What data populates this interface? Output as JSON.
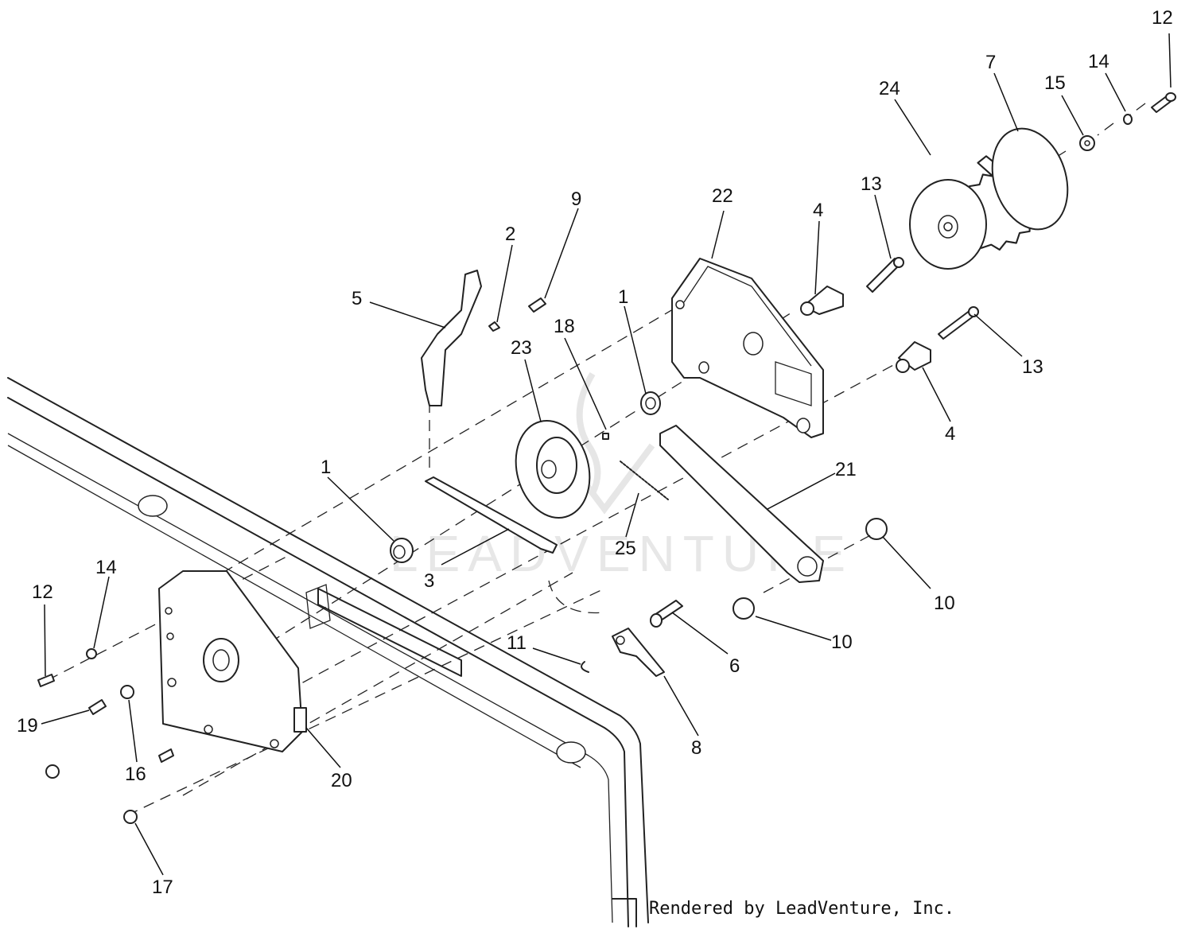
{
  "watermark": "LEADVENTURE",
  "credit": "Rendered by LeadVenture, Inc.",
  "callouts": [
    {
      "id": "c12a",
      "text": "12"
    },
    {
      "id": "c7",
      "text": "7"
    },
    {
      "id": "c14a",
      "text": "14"
    },
    {
      "id": "c15",
      "text": "15"
    },
    {
      "id": "c24",
      "text": "24"
    },
    {
      "id": "c13a",
      "text": "13"
    },
    {
      "id": "c22",
      "text": "22"
    },
    {
      "id": "c4a",
      "text": "4"
    },
    {
      "id": "c9",
      "text": "9"
    },
    {
      "id": "c2",
      "text": "2"
    },
    {
      "id": "c5",
      "text": "5"
    },
    {
      "id": "c1a",
      "text": "1"
    },
    {
      "id": "c18",
      "text": "18"
    },
    {
      "id": "c23",
      "text": "23"
    },
    {
      "id": "c13b",
      "text": "13"
    },
    {
      "id": "c4b",
      "text": "4"
    },
    {
      "id": "c1b",
      "text": "1"
    },
    {
      "id": "c21",
      "text": "21"
    },
    {
      "id": "c3",
      "text": "3"
    },
    {
      "id": "c25",
      "text": "25"
    },
    {
      "id": "c10a",
      "text": "10"
    },
    {
      "id": "c14b",
      "text": "14"
    },
    {
      "id": "c12b",
      "text": "12"
    },
    {
      "id": "c11",
      "text": "11"
    },
    {
      "id": "c6",
      "text": "6"
    },
    {
      "id": "c10b",
      "text": "10"
    },
    {
      "id": "c19",
      "text": "19"
    },
    {
      "id": "c16",
      "text": "16"
    },
    {
      "id": "c8",
      "text": "8"
    },
    {
      "id": "c20",
      "text": "20"
    },
    {
      "id": "c17",
      "text": "17"
    }
  ]
}
